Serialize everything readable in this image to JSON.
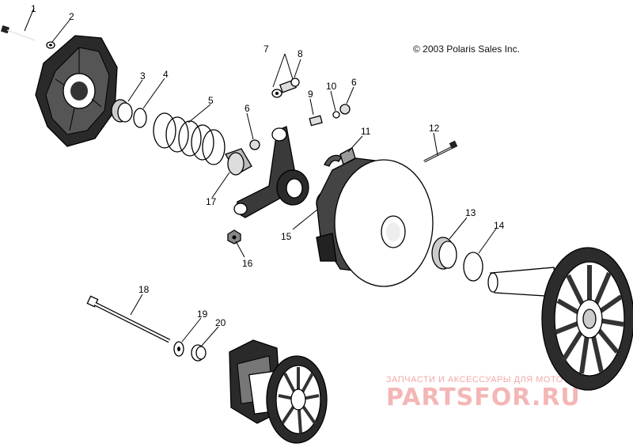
{
  "diagram": {
    "copyright": "© 2003 Polaris Sales Inc.",
    "callouts": [
      "1",
      "2",
      "3",
      "4",
      "5",
      "6",
      "6",
      "7",
      "8",
      "9",
      "10",
      "11",
      "12",
      "13",
      "14",
      "15",
      "16",
      "17",
      "18",
      "19",
      "20"
    ]
  },
  "watermark": {
    "line1": "ЗАПЧАСТИ И АКСЕССУАРЫ ДЛЯ МОТОТЕХНИКИ",
    "line2": "PARTSFOR.RU"
  }
}
